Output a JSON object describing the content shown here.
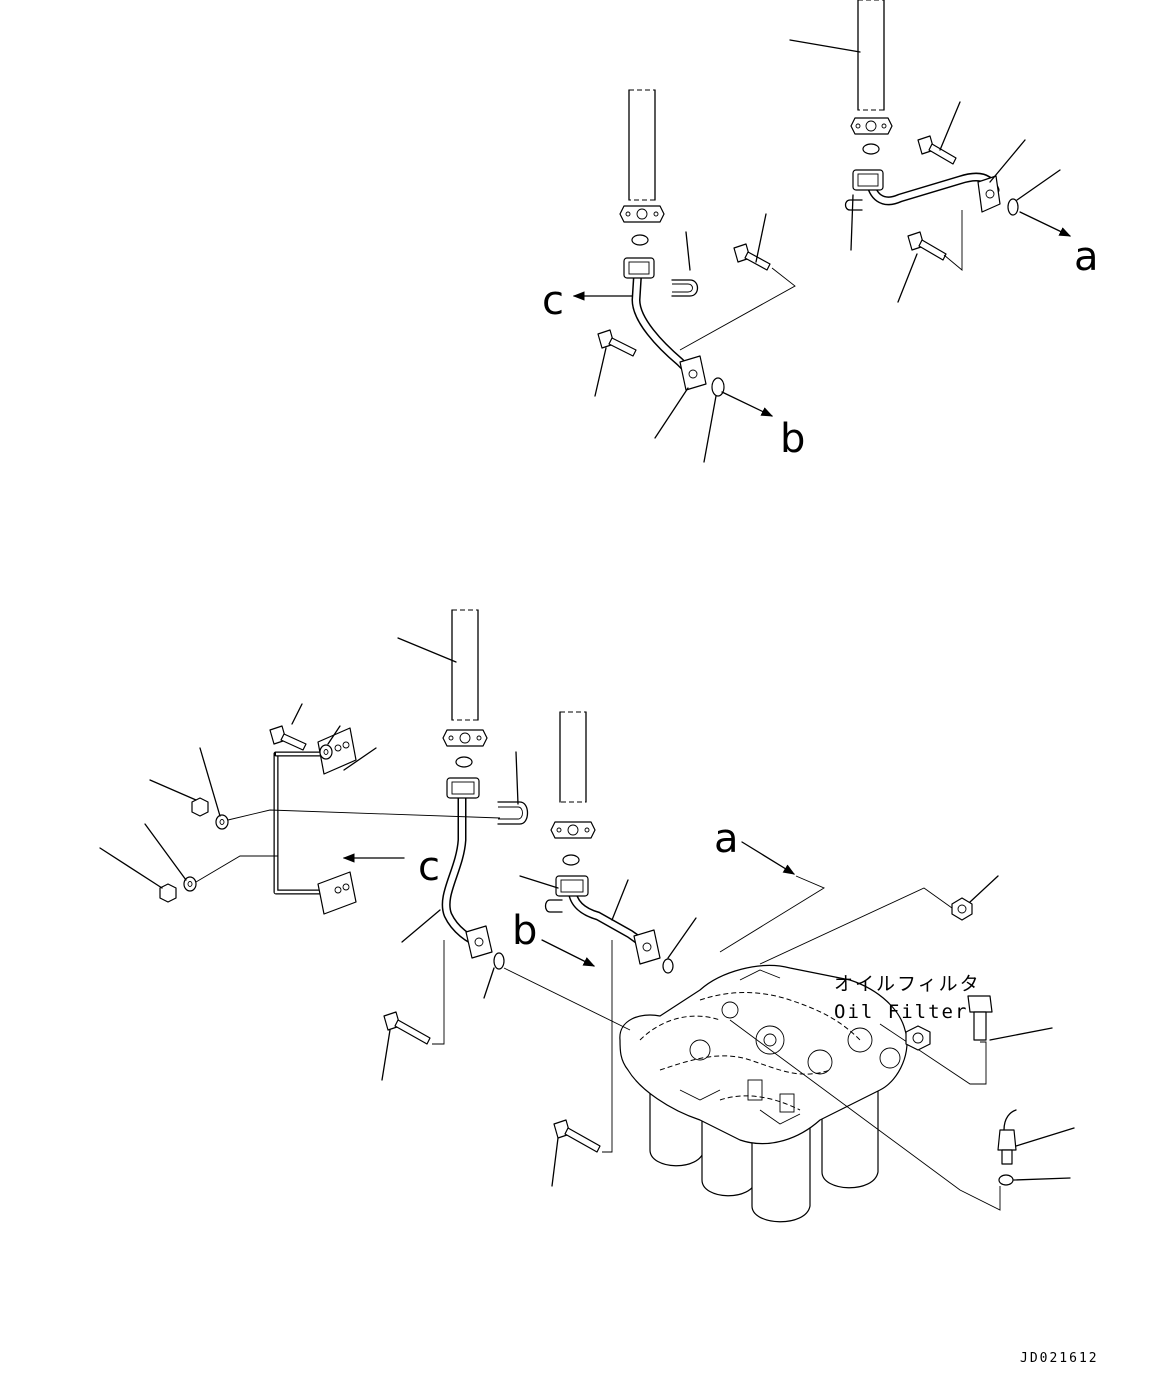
{
  "callouts": {
    "a_top": "a",
    "b_top": "b",
    "c_top": "c",
    "a_bottom": "a",
    "b_bottom": "b",
    "c_bottom": "c"
  },
  "component_label": {
    "japanese": "オイルフィルタ",
    "english": "Oil Filter"
  },
  "drawing_code": "JD021612"
}
